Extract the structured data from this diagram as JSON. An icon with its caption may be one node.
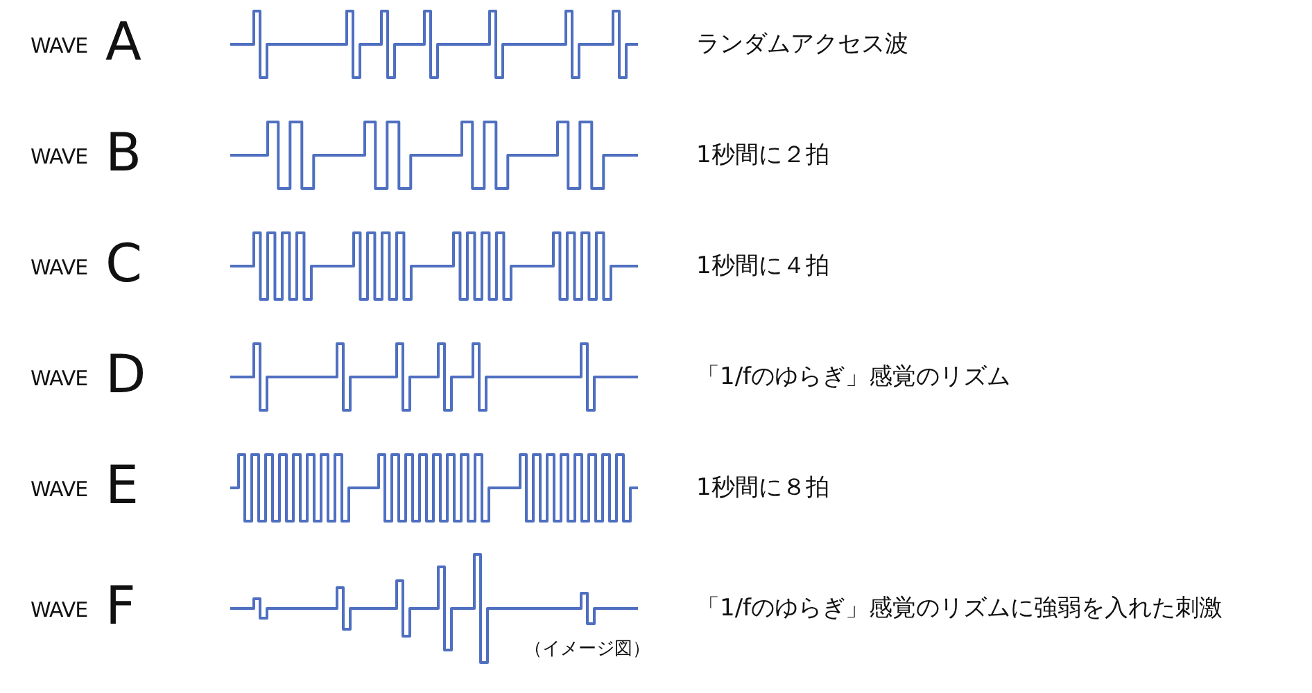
{
  "diagram": {
    "labels": [
      "WAVE",
      "A",
      "ランダムアクセス波",
      "WAVE",
      "B",
      "1秒間に２拍",
      "WAVE",
      "C",
      "1秒間に４拍",
      "WAVE",
      "D",
      "「1/fのゆらぎ」感覚のリズム",
      "WAVE",
      "E",
      "1秒間に８拍",
      "WAVE",
      "F",
      "「1/fのゆらぎ」感覚のリズムに強弱を入れた刺激",
      "（イメージ図）"
    ]
  }
}
